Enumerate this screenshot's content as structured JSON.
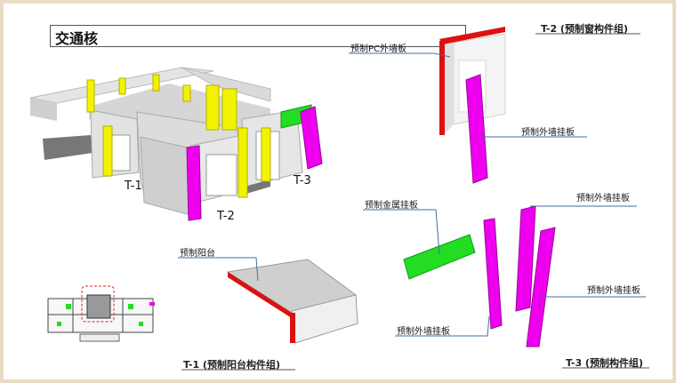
{
  "title": "交通核",
  "group_labels": {
    "t2": "T-2 (预制窗构件组)",
    "t1": "T-1 (预制阳台构件组)",
    "t3": "T-3 (预制构件组)"
  },
  "core_labels": {
    "t1": "T-1",
    "t2": "T-2",
    "t3": "T-3"
  },
  "callouts": {
    "pc_wall": "预制PC外墙板",
    "hanging_t2": "预制外墙挂板",
    "metal": "预制金属挂板",
    "hanging_t3_top": "预制外墙挂板",
    "hanging_t3_right": "预制外墙挂板",
    "hanging_t3_bottom": "预制外墙挂板",
    "balcony": "预制阳台"
  },
  "colors": {
    "yellow": "#f3f300",
    "magenta": "#ee00ee",
    "green": "#22dd22",
    "red": "#dd1111",
    "gray": "#bdbdbd",
    "callout_line": "#3f6fa8",
    "plan_highlight": "#dd2222"
  }
}
